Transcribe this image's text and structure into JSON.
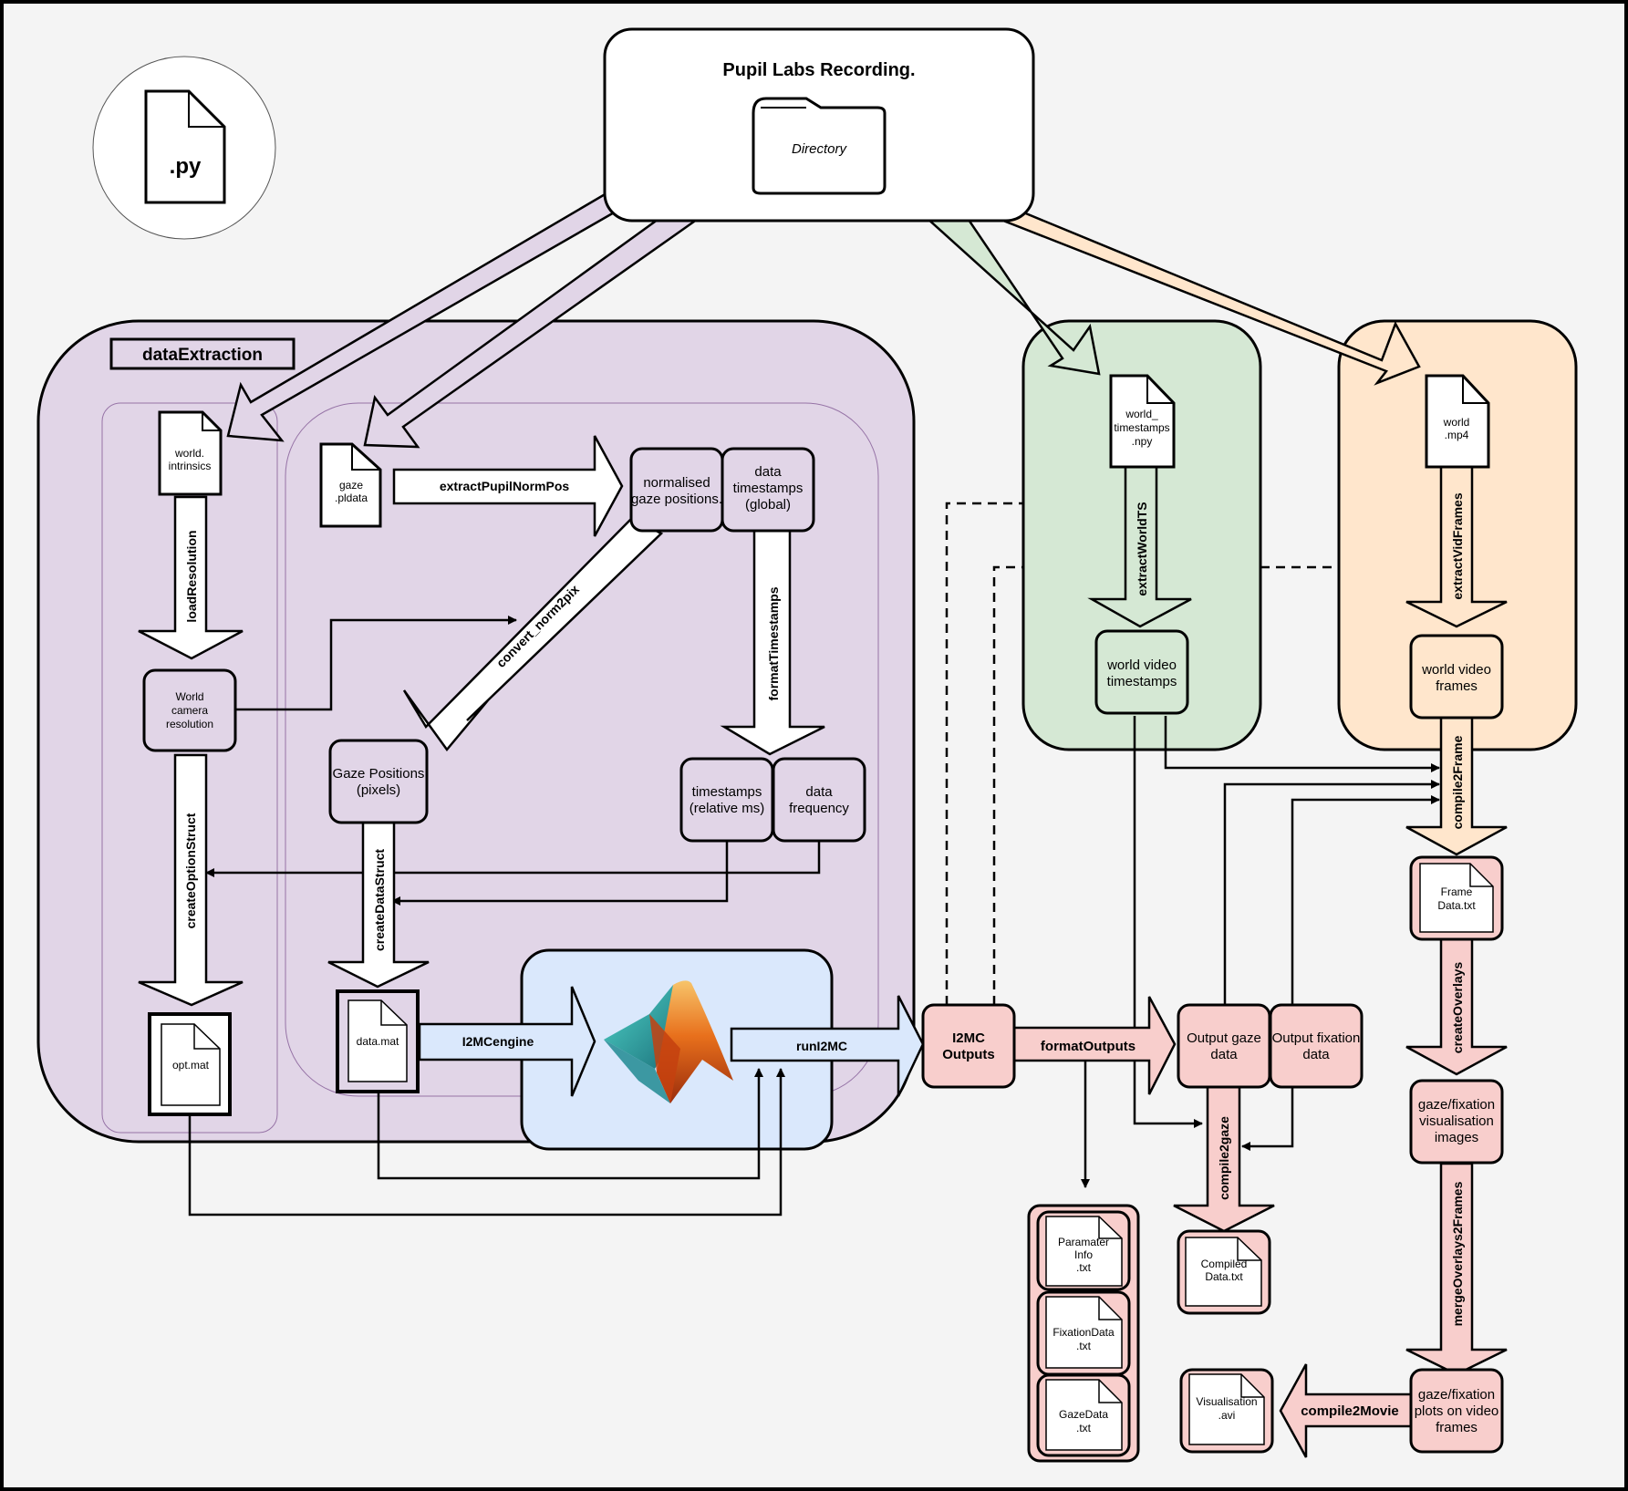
{
  "py_badge": ".py",
  "recording": {
    "title": "Pupil Labs Recording.",
    "folder": "Directory"
  },
  "groups": {
    "data_extraction": "dataExtraction"
  },
  "files": {
    "world_intrinsics": [
      "world.",
      "intrinsics"
    ],
    "gaze_pldata": [
      "gaze",
      ".pldata"
    ],
    "world_timestamps_npy": [
      "world_",
      "timestamps",
      ".npy"
    ],
    "world_mp4": [
      "world",
      ".mp4"
    ],
    "opt_mat": "opt.mat",
    "data_mat": "data.mat",
    "frame_data": [
      "Frame",
      "Data.txt"
    ],
    "compiled_data": [
      "Compiled",
      "Data.txt"
    ],
    "parameter_info": [
      "Paramater",
      "Info",
      ".txt"
    ],
    "fixation_data": [
      "FixationData",
      ".txt"
    ],
    "gaze_data_txt": [
      "GazeData",
      ".txt"
    ],
    "visualisation_avi": [
      "Visualisation",
      ".avi"
    ]
  },
  "nodes": {
    "normalised_gaze": [
      "normalised",
      "gaze positions."
    ],
    "data_timestamps": [
      "data",
      "timestamps",
      "(global)"
    ],
    "world_camera_resolution": [
      "World",
      "camera",
      "resolution"
    ],
    "gaze_positions_pixels": [
      "Gaze Positions",
      "(pixels)"
    ],
    "timestamps_relative": [
      "timestamps",
      "(relative ms)"
    ],
    "data_frequency": [
      "data",
      "frequency"
    ],
    "world_video_timestamps": [
      "world video",
      "timestamps"
    ],
    "world_video_frames": [
      "world video",
      "frames"
    ],
    "i2mc_outputs": [
      "I2MC",
      "Outputs"
    ],
    "output_gaze_data": [
      "Output gaze",
      "data"
    ],
    "output_fixation_data": [
      "Output fixation",
      "data"
    ],
    "overlay_images": [
      "gaze/fixation",
      "visualisation",
      "images"
    ],
    "overlay_frames": [
      "gaze/fixation",
      "plots on video",
      "frames"
    ]
  },
  "functions": {
    "extract_pupil_norm_pos": "extractPupilNormPos",
    "load_resolution": "loadResolution",
    "convert_norm2pix": "convert_norm2pix",
    "format_timestamps": "formatTimestamps",
    "create_option_struct": "createOptionStruct",
    "create_data_struct": "createDataStruct",
    "i2mc_engine": "I2MCengine",
    "run_i2mc": "runI2MC",
    "extract_world_ts": "extractWorldTS",
    "extract_vid_frames": "extractVidFrames",
    "compile2frame": "compile2Frame",
    "create_overlays": "createOverlays",
    "format_outputs": "formatOutputs",
    "compile2gaze": "compile2gaze",
    "merge_overlays2frames": "mergeOverlays2Frames",
    "compile2movie": "compile2Movie"
  },
  "colors": {
    "purple": "#e1d5e7",
    "green": "#d5e8d4",
    "orange": "#ffe6cc",
    "blue": "#dae8fc",
    "red": "#f8cecc"
  }
}
